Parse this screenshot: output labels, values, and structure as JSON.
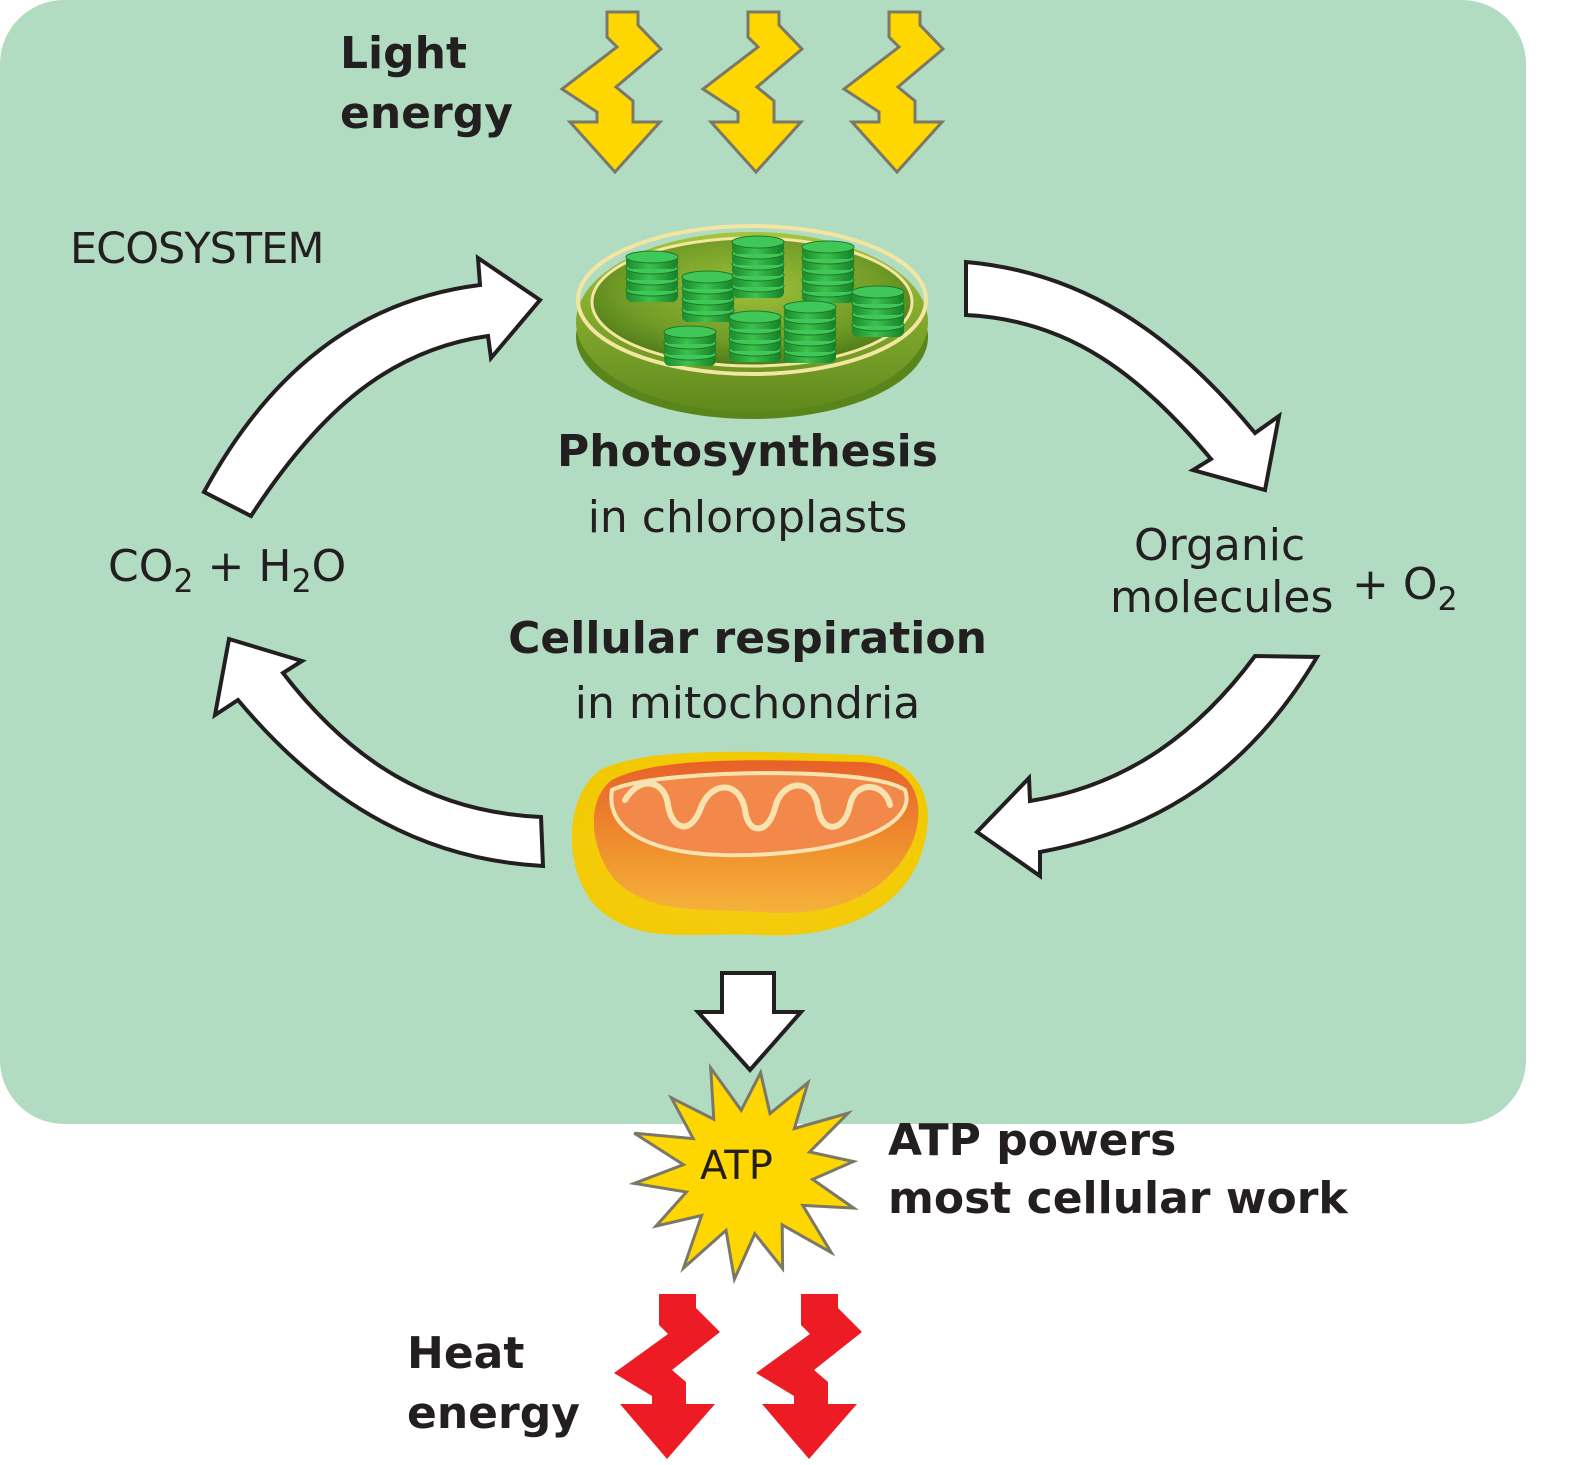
{
  "title_region": "ECOSYSTEM",
  "colors": {
    "ecosystem_fill": "#b1dcc1",
    "light_bolt": "#ffd700",
    "light_bolt_outline": "#7b7866",
    "heat_bolt": "#ed1c24",
    "flow_arrow": "#ffffff",
    "flow_arrow_outline": "#231f20",
    "atp_burst": "#ffd700",
    "text": "#231f20"
  },
  "inputs": {
    "light_energy": {
      "line1": "Light",
      "line2": "energy",
      "bolt_count": 3
    }
  },
  "outputs": {
    "heat_energy": {
      "line1": "Heat",
      "line2": "energy",
      "bolt_count": 2
    }
  },
  "processes": {
    "photosynthesis": {
      "title": "Photosynthesis",
      "location": "in chloroplasts",
      "organelle_icon": "chloroplast-icon"
    },
    "respiration": {
      "title": "Cellular respiration",
      "location": "in mitochondria",
      "organelle_icon": "mitochondrion-icon"
    }
  },
  "substances": {
    "reactants": {
      "co": "CO",
      "co_sub": "2",
      "plus": " + H",
      "h_sub": "2",
      "o": "O"
    },
    "products": {
      "line1": "Organic",
      "line2": "molecules",
      "plus_o": "+ O",
      "o_sub": "2"
    }
  },
  "atp": {
    "label": "ATP",
    "caption_line1": "ATP powers",
    "caption_line2": "most cellular work"
  },
  "cycle": [
    {
      "from": "CO2 + H2O",
      "to": "Photosynthesis"
    },
    {
      "from": "Photosynthesis",
      "to": "Organic molecules + O2"
    },
    {
      "from": "Organic molecules + O2",
      "to": "Cellular respiration"
    },
    {
      "from": "Cellular respiration",
      "to": "CO2 + H2O"
    },
    {
      "from": "Cellular respiration",
      "to": "ATP"
    }
  ]
}
